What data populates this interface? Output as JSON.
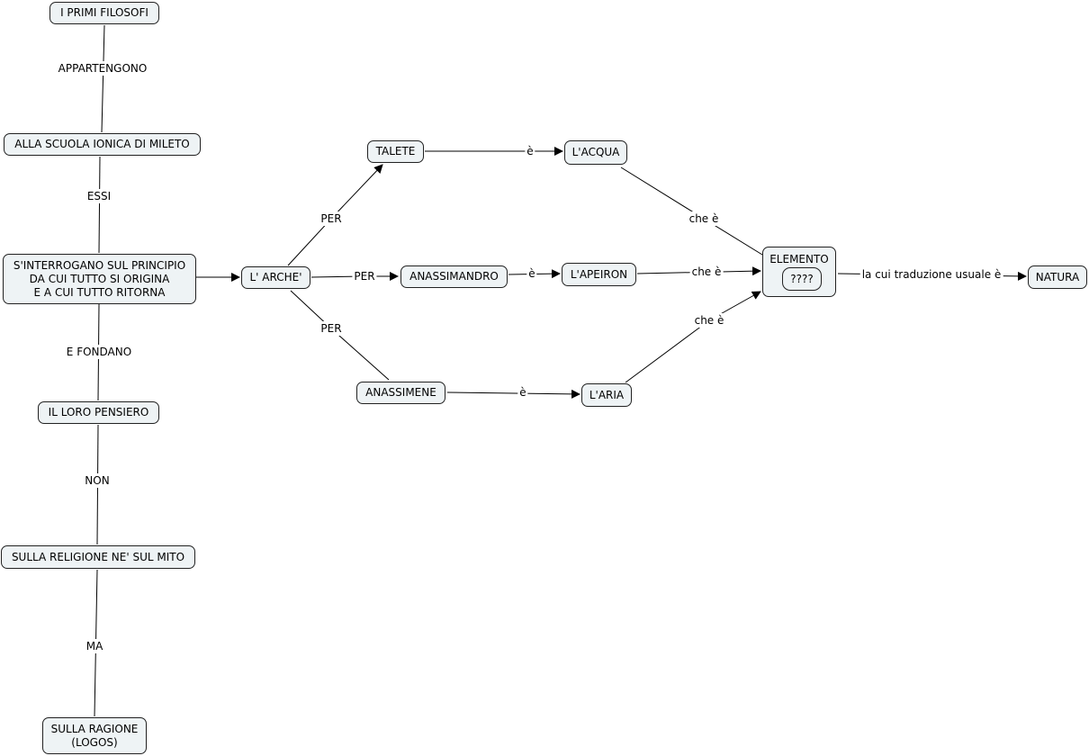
{
  "nodes": {
    "primi_filosofi": "I PRIMI FILOSOFI",
    "scuola_ionica": "ALLA SCUOLA IONICA DI MILETO",
    "interrogano": "S'INTERROGANO SUL PRINCIPIO\nDA CUI TUTTO SI ORIGINA\nE A CUI TUTTO RITORNA",
    "loro_pensiero": "IL LORO PENSIERO",
    "religione": "SULLA RELIGIONE NE' SUL MITO",
    "ragione": "SULLA RAGIONE\n(LOGOS)",
    "arche": "L' ARCHE'",
    "talete": "TALETE",
    "acqua": "L'ACQUA",
    "anassimandro": "ANASSIMANDRO",
    "apeiron": "L'APEIRON",
    "anassimene": "ANASSIMENE",
    "aria": "L'ARIA",
    "elemento": "ELEMENTO",
    "elemento_sub": "????",
    "natura": "NATURA"
  },
  "links": {
    "appartengono": "APPARTENGONO",
    "essi": "ESSI",
    "e_fondano": "E FONDANO",
    "non": "NON",
    "ma": "MA",
    "per1": "PER",
    "per2": "PER",
    "per3": "PER",
    "e1": "è",
    "e2": "è",
    "e3": "è",
    "che_e1": "che è",
    "che_e2": "che è",
    "che_e3": "che è",
    "traduzione": "la cui traduzione usuale è"
  }
}
